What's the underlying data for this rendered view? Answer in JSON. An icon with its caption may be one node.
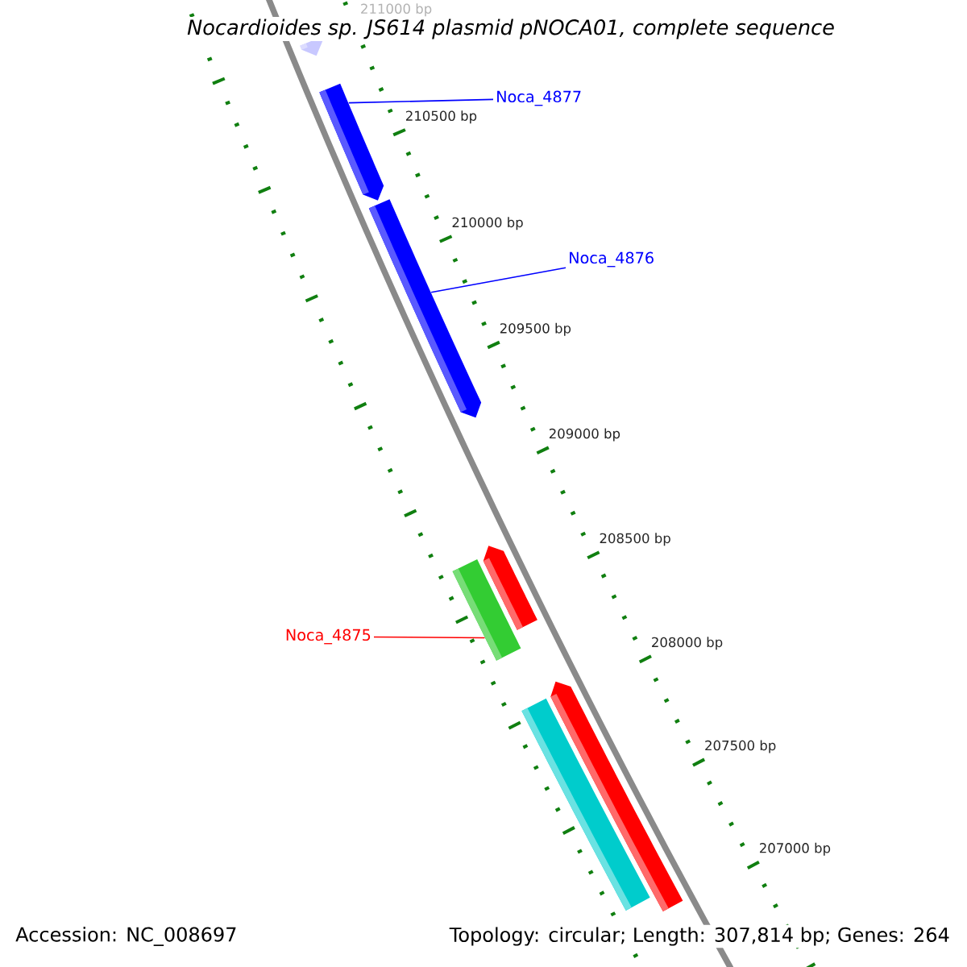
{
  "diagram": {
    "title": "Nocardioides sp. JS614 plasmid pNOCA01, complete sequence",
    "nodes": [
      {
        "text": [
          "Noca_4877"
        ]
      },
      {
        "text": [
          "Noca_4876"
        ]
      },
      {
        "text": [
          "Noca_4875"
        ]
      },
      {
        "text": [],
        "shape": "bar"
      },
      {
        "text": [],
        "shape": "bar"
      },
      {
        "text": [],
        "shape": "bar"
      },
      {
        "text": [],
        "shape": "bar"
      },
      {
        "text": [],
        "shape": "bar"
      },
      {
        "text": [],
        "shape": "bar"
      },
      {
        "text": [],
        "shape": "bar"
      }
    ],
    "edges": [
      {
        "from": 0,
        "to": 4,
        "arrow": "none"
      },
      {
        "from": 1,
        "to": 5,
        "arrow": "none"
      },
      {
        "from": 2,
        "to": 7,
        "arrow": "none",
        "color": "#ff0000"
      }
    ],
    "labels": [
      "211000 bp",
      "210500 bp",
      "210000 bp",
      "209500 bp",
      "209000 bp",
      "208500 bp",
      "208000 bp",
      "207500 bp",
      "207000 bp",
      "Accession: NC_008697",
      "Topology: circular; Length: 307,814 bp; Genes: 264"
    ]
  }
}
